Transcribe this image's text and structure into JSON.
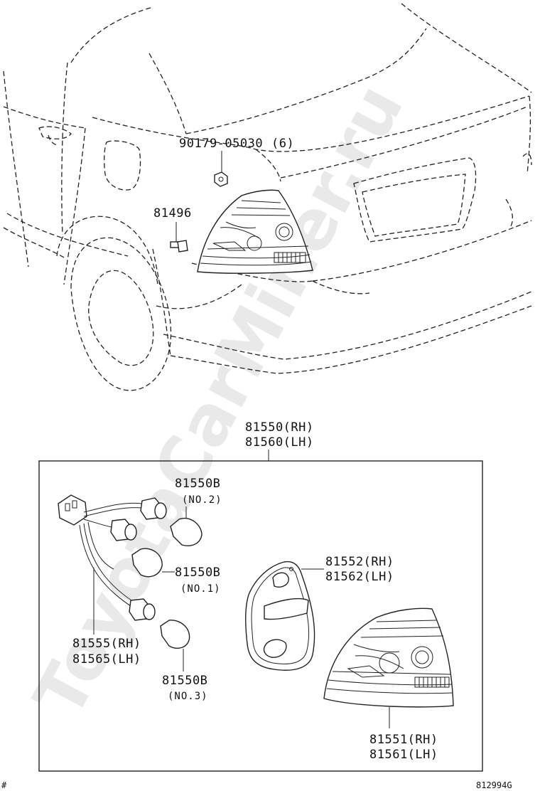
{
  "watermark": "ToyotaCarMiner.ru",
  "footer": {
    "left_mark": "#",
    "diagram_code": "812994G"
  },
  "parts": {
    "nut": {
      "number": "90179-05030",
      "qty": "(6)"
    },
    "bolt": "81496",
    "assembly": {
      "rh": "81550(RH)",
      "lh": "81560(LH)"
    },
    "bulb_no2": {
      "number": "81550B",
      "note": "(NO.2)"
    },
    "bulb_no1": {
      "number": "81550B",
      "note": "(NO.1)"
    },
    "bulb_no3": {
      "number": "81550B",
      "note": "(NO.3)"
    },
    "gasket": {
      "rh": "81552(RH)",
      "lh": "81562(LH)"
    },
    "socket_wire": {
      "rh": "81555(RH)",
      "lh": "81565(LH)"
    },
    "lens_body": {
      "rh": "81551(RH)",
      "lh": "81561(LH)"
    }
  }
}
